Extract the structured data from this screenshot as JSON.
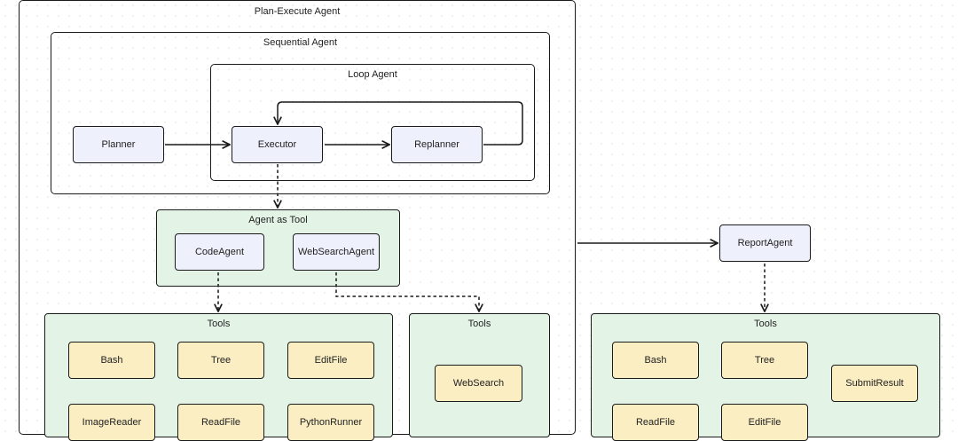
{
  "containers": {
    "plan_execute": "Plan-Execute Agent",
    "sequential": "Sequential Agent",
    "loop": "Loop Agent",
    "agent_as_tool": "Agent as Tool",
    "tools_left": "Tools",
    "tools_middle": "Tools",
    "tools_right": "Tools"
  },
  "agents": {
    "planner": "Planner",
    "executor": "Executor",
    "replanner": "Replanner",
    "code_agent": "CodeAgent",
    "web_search_agent": "WebSearchAgent",
    "report_agent": "ReportAgent"
  },
  "tools_left": {
    "bash": "Bash",
    "tree": "Tree",
    "edit_file": "EditFile",
    "image_reader": "ImageReader",
    "read_file": "ReadFile",
    "python_runner": "PythonRunner"
  },
  "tools_middle": {
    "web_search": "WebSearch"
  },
  "tools_right": {
    "bash": "Bash",
    "tree": "Tree",
    "submit_result": "SubmitResult",
    "read_file": "ReadFile",
    "edit_file": "EditFile"
  }
}
